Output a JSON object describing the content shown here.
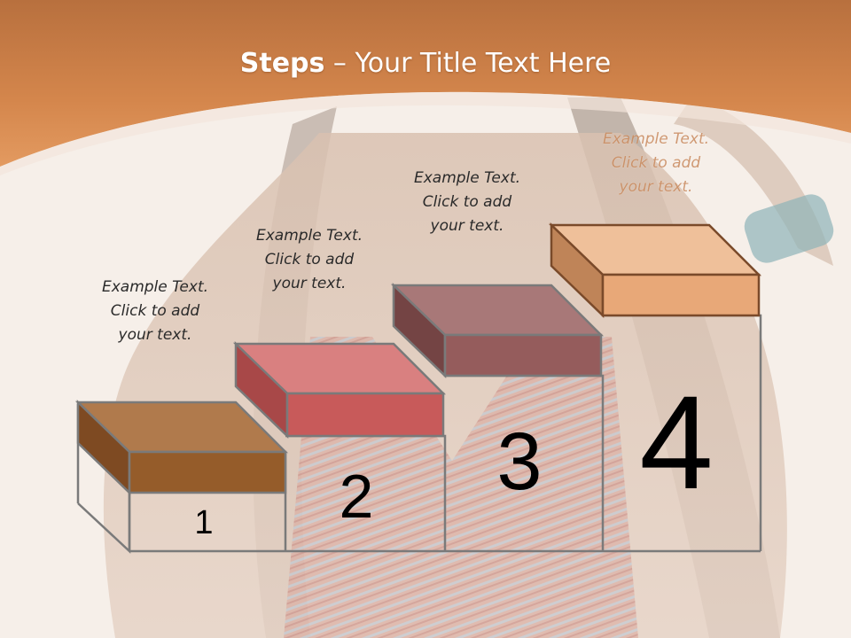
{
  "slide": {
    "title_bold": "Steps",
    "title_rest": " – Your Title Text Here"
  },
  "steps": [
    {
      "number": "1",
      "caption": [
        "Example Text.",
        "Click  to add",
        "your text."
      ],
      "color": "#9a6330"
    },
    {
      "number": "2",
      "caption": [
        "Example Text.",
        "Click  to add",
        "your text."
      ],
      "color": "#c85a5a"
    },
    {
      "number": "3",
      "caption": [
        "Example Text.",
        "Click  to add",
        "your text."
      ],
      "color": "#8c5a5a"
    },
    {
      "number": "4",
      "caption": [
        "Example Text.",
        "Click  to add",
        "your text."
      ],
      "color": "#e8a878"
    }
  ],
  "colors": {
    "banner": "#c9763e",
    "banner_light": "#e69a60",
    "background": "#f6efe9",
    "step_outline": "#7a7a7a"
  }
}
